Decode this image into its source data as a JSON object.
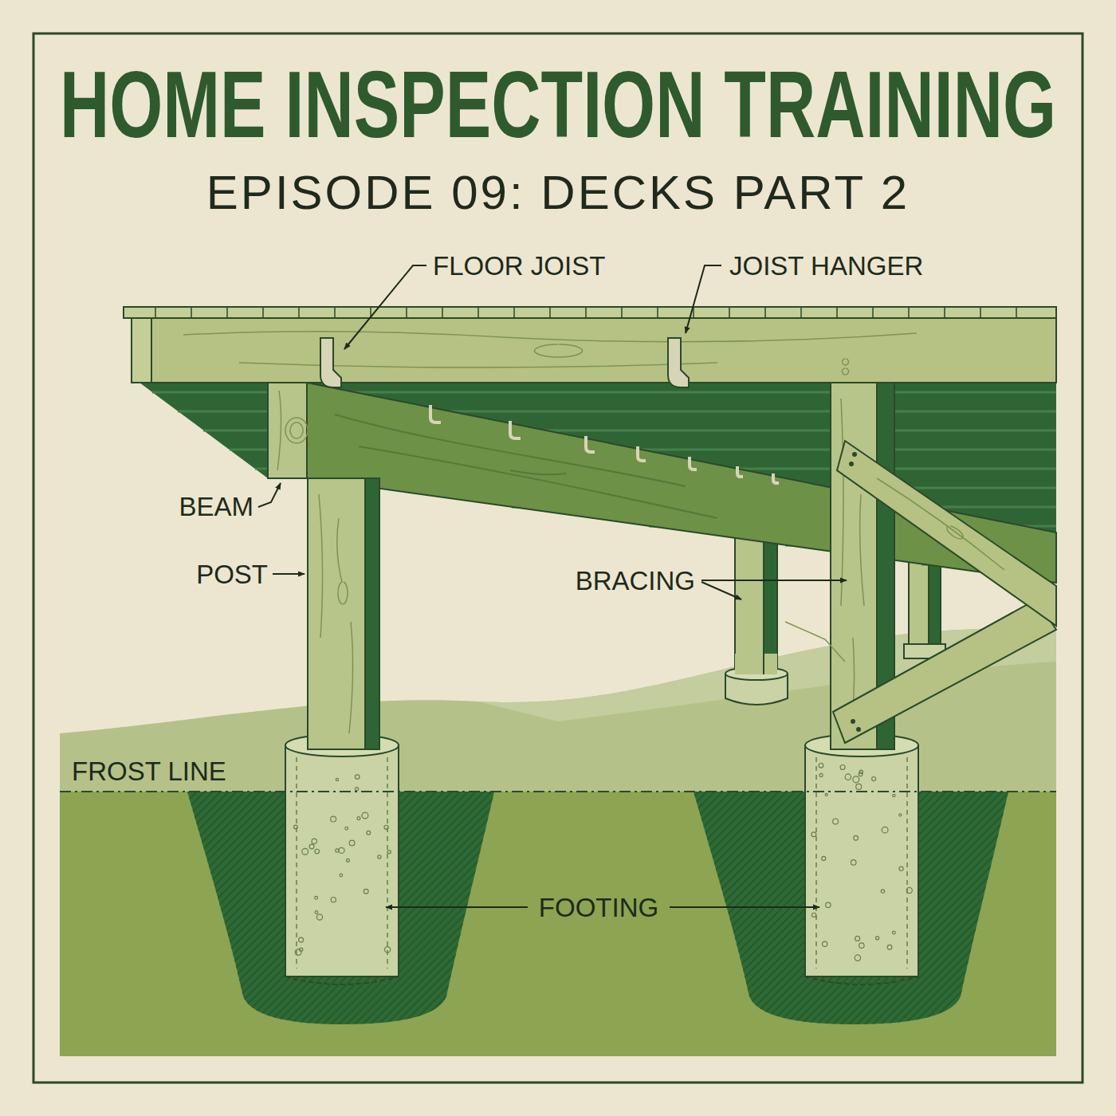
{
  "diagram": {
    "title": "HOME INSPECTION TRAINING",
    "labels": [
      "EPISODE 09: DECKS PART 2",
      "FLOOR JOIST",
      "JOIST HANGER",
      "BEAM",
      "POST",
      "BRACING",
      "FROST LINE",
      "FOOTING"
    ]
  }
}
